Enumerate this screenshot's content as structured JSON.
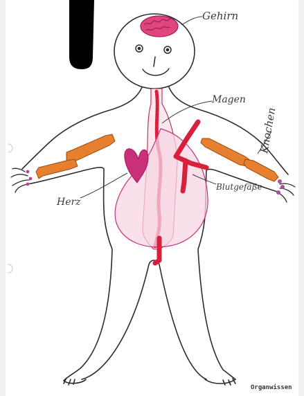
{
  "labels": {
    "brain": "Gehirn",
    "stomach": "Magen",
    "heart": "Herz",
    "vessels": "Blutgefäße",
    "bones": "Knochen"
  },
  "footer": {
    "title": "Organwissen"
  },
  "colors": {
    "outline": "#2b2b2b",
    "brain": "#e0457f",
    "heart": "#c8307a",
    "stomach": "#f7d6e4",
    "vessel": "#d81f3c",
    "bone": "#e6802f",
    "hand": "#b04a9a",
    "redaction": "#000000"
  }
}
